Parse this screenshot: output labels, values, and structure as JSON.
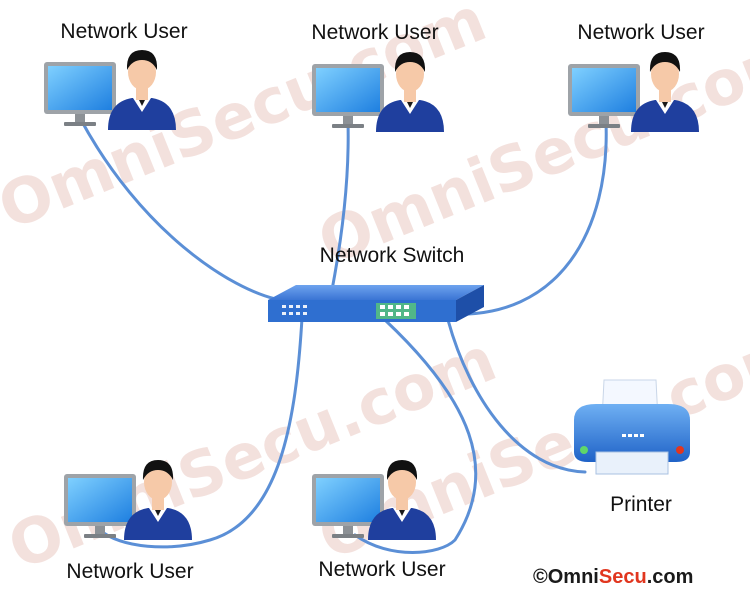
{
  "users": [
    {
      "label": "Network User"
    },
    {
      "label": "Network User"
    },
    {
      "label": "Network User"
    },
    {
      "label": "Network User"
    },
    {
      "label": "Network User"
    }
  ],
  "switch": {
    "label": "Network Switch"
  },
  "printer": {
    "label": "Printer"
  },
  "copyright": {
    "symbol": "©",
    "part1": "Omni",
    "part2": "Secu",
    "part3": ".com"
  },
  "watermark": "OmniSecu.com",
  "colors": {
    "cable": "#5b8fd6",
    "switch": "#2f6fd0",
    "monitor": "#2a9bf0",
    "shirt": "#1f3f9e",
    "skin": "#f6c9a8",
    "hair": "#111111",
    "accent": "#e1361f"
  }
}
